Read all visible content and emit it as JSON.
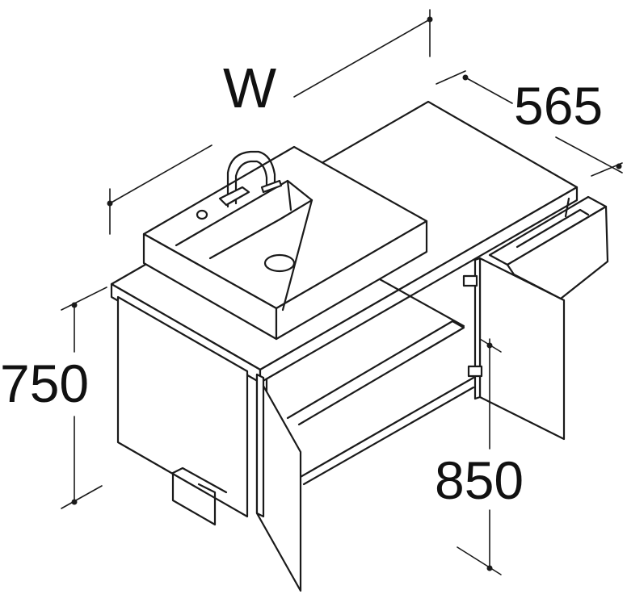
{
  "dimensions": {
    "width": "W",
    "depth": "565",
    "height": "750",
    "counter_height": "850"
  },
  "colors": {
    "line": "#1a1a1a",
    "background": "#ffffff"
  }
}
